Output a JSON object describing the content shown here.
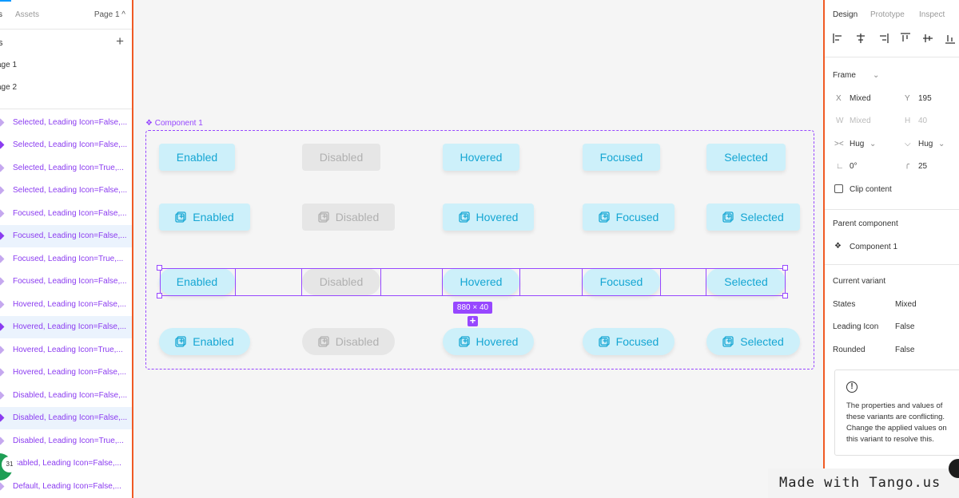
{
  "left_panel": {
    "tabs": [
      "s",
      "Assets"
    ],
    "page_select": "Page 1 ^",
    "pages_label": "s",
    "pages": [
      "age 1",
      "age 2"
    ],
    "badge_count": "31",
    "layers": [
      "Selected, Leading Icon=False,...",
      "Selected, Leading Icon=False,...",
      "Selected, Leading Icon=True,...",
      "Selected, Leading Icon=False,...",
      "Focused, Leading Icon=False,...",
      "Focused, Leading Icon=False,...",
      "Focused, Leading Icon=True,...",
      "Focused, Leading Icon=False,...",
      "Hovered, Leading Icon=False,...",
      "Hovered, Leading Icon=False,...",
      "Hovered, Leading Icon=True,...",
      "Hovered, Leading Icon=False,...",
      "Disabled, Leading Icon=False,...",
      "Disabled, Leading Icon=False,...",
      "Disabled, Leading Icon=True,...",
      "isabled, Leading Icon=False,...",
      "Default, Leading Icon=False,..."
    ]
  },
  "canvas": {
    "component_label": "Component 1",
    "size_label": "880 × 40",
    "add_symbol": "+",
    "rows": [
      [
        "Enabled",
        "Disabled",
        "Hovered",
        "Focused",
        "Selected"
      ],
      [
        "Enabled",
        "Disabled",
        "Hovered",
        "Focused",
        "Selected"
      ],
      [
        "Enabled",
        "Disabled",
        "Hovered",
        "Focused",
        "Selected"
      ],
      [
        "Enabled",
        "Disabled",
        "Hovered",
        "Focused",
        "Selected"
      ]
    ]
  },
  "right_panel": {
    "tabs": [
      "Design",
      "Prototype",
      "Inspect"
    ],
    "frame_title": "Frame",
    "x_label": "X",
    "x_value": "Mixed",
    "y_label": "Y",
    "y_value": "195",
    "w_label": "W",
    "w_value": "Mixed",
    "h_label": "H",
    "h_value": "40",
    "hug_w": "Hug",
    "hug_h": "Hug",
    "rotation": "0°",
    "radius": "25",
    "clip_content": "Clip content",
    "parent_title": "Parent component",
    "parent_name": "Component 1",
    "variant_title": "Current variant",
    "props": [
      {
        "label": "States",
        "value": "Mixed"
      },
      {
        "label": "Leading Icon",
        "value": "False"
      },
      {
        "label": "Rounded",
        "value": "False"
      }
    ],
    "warning_icon": "!",
    "warning_text": "The properties and values of these variants are conflicting. Change the applied values on this variant to resolve this."
  },
  "watermark": "Made with Tango.us",
  "colors": {
    "accent_orange": "#f05a24",
    "component_purple": "#9747ff",
    "button_bg": "#cdf0fa",
    "button_text": "#15a6d3",
    "disabled_bg": "#e6e6e6"
  }
}
